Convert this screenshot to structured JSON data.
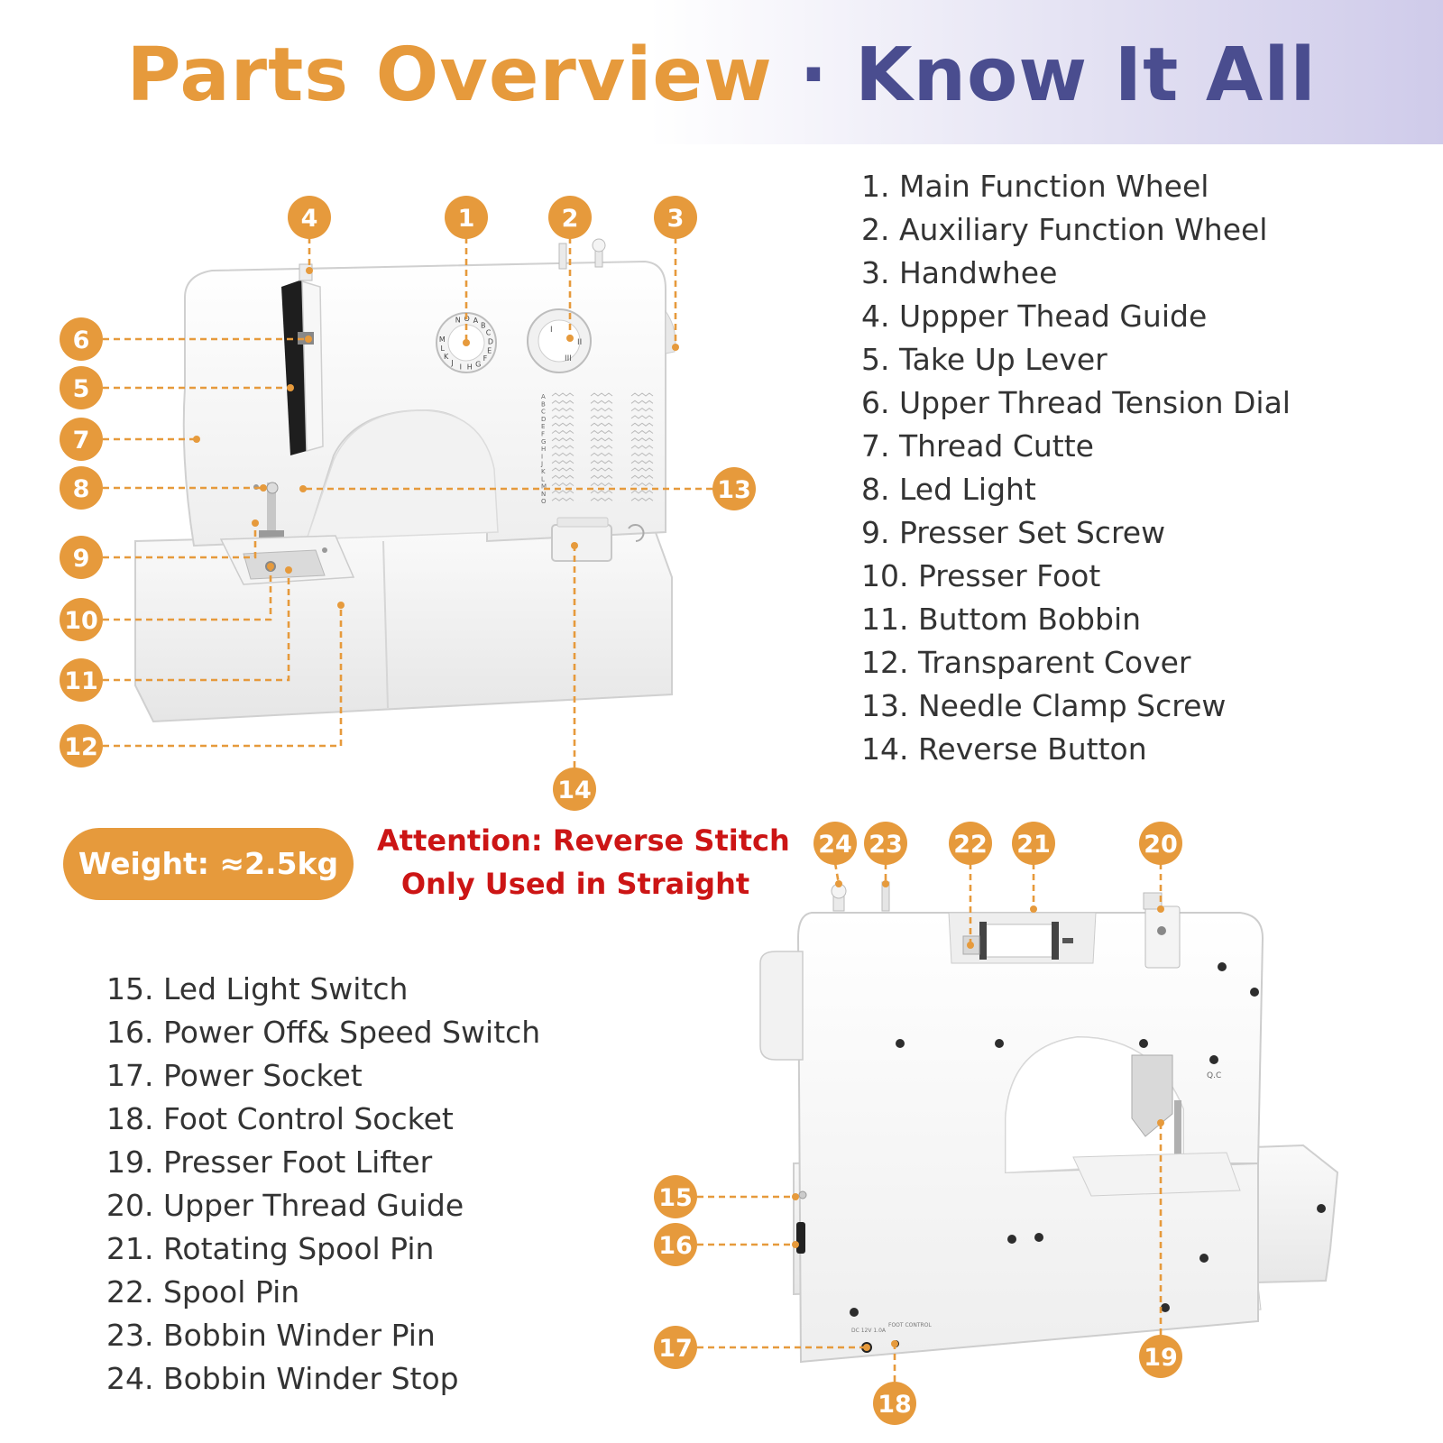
{
  "title": {
    "part1": "Parts Overview",
    "separator": " · ",
    "part2": "Know It All"
  },
  "colors": {
    "accent": "#e69a3c",
    "title_secondary": "#4a4d8f",
    "attention": "#cc1515",
    "text": "#333333"
  },
  "weight": "Weight: ≈2.5kg",
  "attention": {
    "line1": "Attention: Reverse Stitch",
    "line2": "Only Used in Straight"
  },
  "parts_front": [
    "1. Main Function Wheel",
    "2. Auxiliary Function Wheel",
    "3. Handwhee",
    "4. Uppper Thead Guide",
    "5. Take Up Lever",
    "6. Upper Thread Tension Dial",
    "7. Thread Cutte",
    "8. Led Light",
    "9. Presser Set Screw",
    "10. Presser Foot",
    "11. Buttom Bobbin",
    "12. Transparent Cover",
    "13. Needle Clamp Screw",
    "14. Reverse Button"
  ],
  "parts_back": [
    "15. Led Light Switch",
    "16. Power Off& Speed Switch",
    "17. Power Socket",
    "18. Foot Control Socket",
    "19. Presser Foot Lifter",
    "20. Upper Thread Guide",
    "21. Rotating Spool Pin",
    "22. Spool Pin",
    "23. Bobbin Winder Pin",
    "24. Bobbin Winder Stop"
  ],
  "callouts": [
    "1",
    "2",
    "3",
    "4",
    "5",
    "6",
    "7",
    "8",
    "9",
    "10",
    "11",
    "12",
    "13",
    "14",
    "15",
    "16",
    "17",
    "18",
    "19",
    "20",
    "21",
    "22",
    "23",
    "24"
  ],
  "dial_letters": "NOABCDEFGHIJKLM",
  "stitch_letters": [
    "A",
    "B",
    "C",
    "D",
    "E",
    "F",
    "G",
    "H",
    "I",
    "J",
    "K",
    "L",
    "M",
    "N",
    "O"
  ],
  "back_labels": {
    "qc": "Q.C",
    "power": "DC 12V 1.0A",
    "foot": "FOOT CONTROL"
  }
}
